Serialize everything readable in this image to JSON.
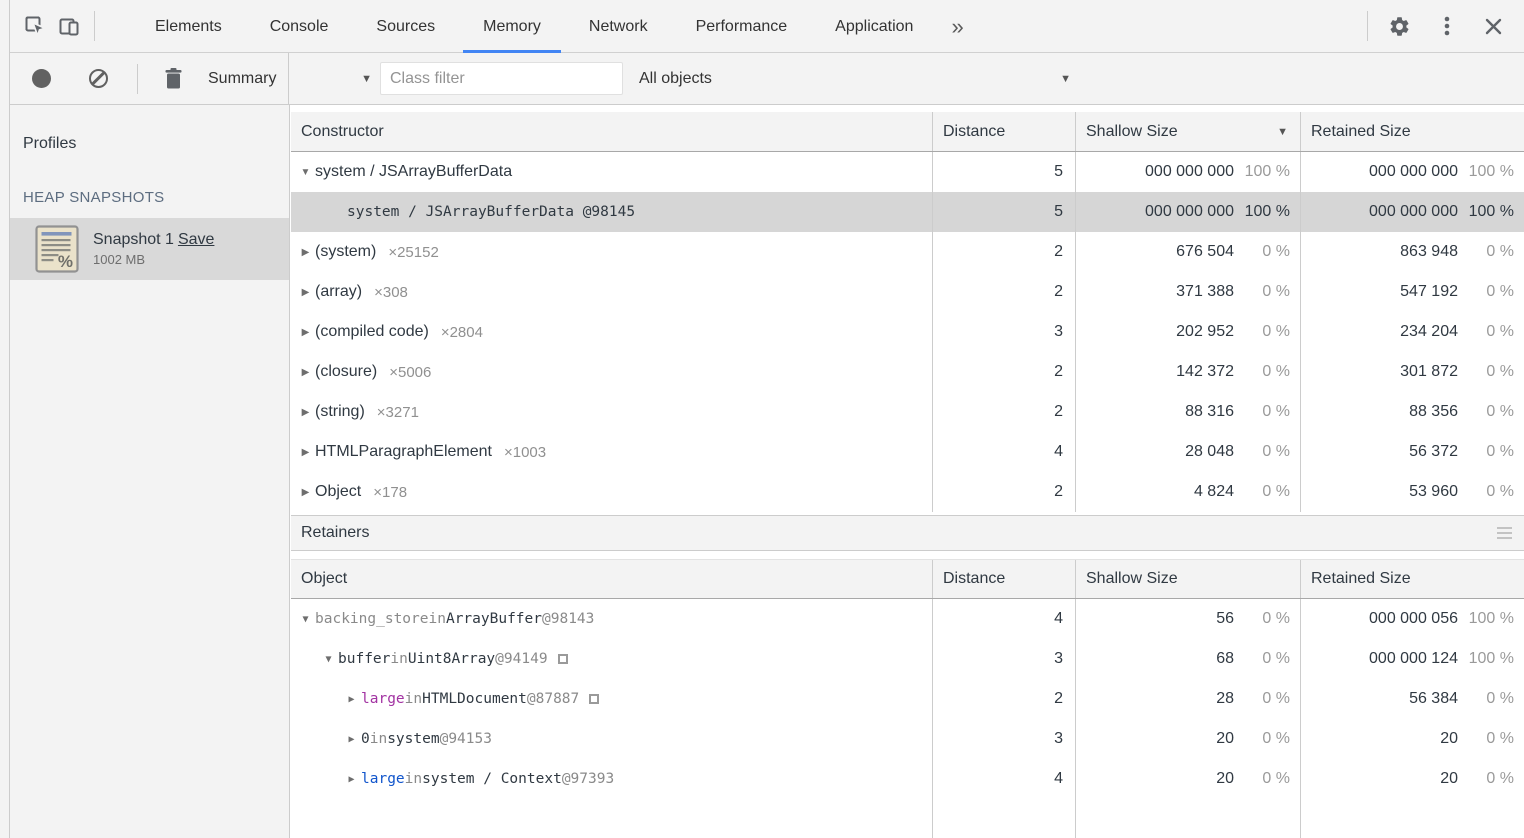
{
  "icons": {
    "overflow": "»",
    "sort_desc": "▼",
    "dropdown": "▼",
    "tree_collapsed": "▶",
    "tree_expanded": "▼",
    "names": [
      "inspect-icon",
      "device-toolbar-icon",
      "settings-gear-icon",
      "more-vertical-icon",
      "close-icon",
      "record-icon",
      "clear-icon",
      "trash-icon",
      "heap-snapshot-icon",
      "menu-lines-icon"
    ]
  },
  "colors": {
    "accent": "#4285f4",
    "toolbar_bg": "#f3f3f3",
    "selected_row": "#d6d6d6",
    "purple": "#a233a2",
    "blue": "#1155cc"
  },
  "tabbar": {
    "tabs": [
      {
        "label": "Elements",
        "active": false
      },
      {
        "label": "Console",
        "active": false
      },
      {
        "label": "Sources",
        "active": false
      },
      {
        "label": "Memory",
        "active": true
      },
      {
        "label": "Network",
        "active": false
      },
      {
        "label": "Performance",
        "active": false
      },
      {
        "label": "Application",
        "active": false
      }
    ]
  },
  "toolbar": {
    "summary_label": "Summary",
    "class_filter_placeholder": "Class filter",
    "class_filter_value": "",
    "objects_label": "All objects"
  },
  "sidebar": {
    "profiles_label": "Profiles",
    "section_label": "HEAP SNAPSHOTS",
    "snapshot": {
      "title": "Snapshot 1",
      "action": "Save",
      "size": "1002 MB"
    }
  },
  "constructor_table": {
    "headers": {
      "constructor": "Constructor",
      "distance": "Distance",
      "shallow": "Shallow Size",
      "retained": "Retained Size"
    },
    "rows": [
      {
        "arrow": "expanded",
        "indent": 0,
        "mono": false,
        "name": "system / JSArrayBufferData",
        "count": "",
        "selected": false,
        "distance": "5",
        "shallow": "000 000 000",
        "shallow_pct": "100 %",
        "retained": "000 000 000",
        "retained_pct": "100 %"
      },
      {
        "arrow": "none",
        "indent": 1,
        "mono": true,
        "name": "system / JSArrayBufferData @98145",
        "count": "",
        "selected": true,
        "distance": "5",
        "shallow": "000 000 000",
        "shallow_pct": "100 %",
        "retained": "000 000 000",
        "retained_pct": "100 %"
      },
      {
        "arrow": "collapsed",
        "indent": 0,
        "mono": false,
        "name": "(system)",
        "count": "×25152",
        "selected": false,
        "distance": "2",
        "shallow": "676 504",
        "shallow_pct": "0 %",
        "retained": "863 948",
        "retained_pct": "0 %"
      },
      {
        "arrow": "collapsed",
        "indent": 0,
        "mono": false,
        "name": "(array)",
        "count": "×308",
        "selected": false,
        "distance": "2",
        "shallow": "371 388",
        "shallow_pct": "0 %",
        "retained": "547 192",
        "retained_pct": "0 %"
      },
      {
        "arrow": "collapsed",
        "indent": 0,
        "mono": false,
        "name": "(compiled code)",
        "count": "×2804",
        "selected": false,
        "distance": "3",
        "shallow": "202 952",
        "shallow_pct": "0 %",
        "retained": "234 204",
        "retained_pct": "0 %"
      },
      {
        "arrow": "collapsed",
        "indent": 0,
        "mono": false,
        "name": "(closure)",
        "count": "×5006",
        "selected": false,
        "distance": "2",
        "shallow": "142 372",
        "shallow_pct": "0 %",
        "retained": "301 872",
        "retained_pct": "0 %"
      },
      {
        "arrow": "collapsed",
        "indent": 0,
        "mono": false,
        "name": "(string)",
        "count": "×3271",
        "selected": false,
        "distance": "2",
        "shallow": "88 316",
        "shallow_pct": "0 %",
        "retained": "88 356",
        "retained_pct": "0 %"
      },
      {
        "arrow": "collapsed",
        "indent": 0,
        "mono": false,
        "name": "HTMLParagraphElement",
        "count": "×1003",
        "selected": false,
        "distance": "4",
        "shallow": "28 048",
        "shallow_pct": "0 %",
        "retained": "56 372",
        "retained_pct": "0 %"
      },
      {
        "arrow": "collapsed",
        "indent": 0,
        "mono": false,
        "name": "Object",
        "count": "×178",
        "selected": false,
        "distance": "2",
        "shallow": "4 824",
        "shallow_pct": "0 %",
        "retained": "53 960",
        "retained_pct": "0 %"
      }
    ]
  },
  "retainers_panel": {
    "title": "Retainers",
    "headers": {
      "object": "Object",
      "distance": "Distance",
      "shallow": "Shallow Size",
      "retained": "Retained Size"
    },
    "rows": [
      {
        "arrow": "expanded",
        "indent": 0,
        "box": false,
        "parts": [
          [
            "backing_store",
            "gray"
          ],
          [
            "in",
            "gray"
          ],
          [
            "ArrayBuffer",
            "dark"
          ],
          [
            "@98143",
            "gray"
          ]
        ],
        "distance": "4",
        "shallow": "56",
        "shallow_pct": "0 %",
        "retained": "000 000 056",
        "retained_pct": "100 %"
      },
      {
        "arrow": "expanded",
        "indent": 1,
        "box": true,
        "parts": [
          [
            "buffer",
            "dark"
          ],
          [
            "in",
            "gray"
          ],
          [
            "Uint8Array",
            "dark"
          ],
          [
            "@94149",
            "gray"
          ]
        ],
        "distance": "3",
        "shallow": "68",
        "shallow_pct": "0 %",
        "retained": "000 000 124",
        "retained_pct": "100 %"
      },
      {
        "arrow": "collapsed",
        "indent": 2,
        "box": true,
        "parts": [
          [
            "large",
            "purple"
          ],
          [
            "in",
            "gray"
          ],
          [
            "HTMLDocument",
            "dark"
          ],
          [
            "@87887",
            "gray"
          ]
        ],
        "distance": "2",
        "shallow": "28",
        "shallow_pct": "0 %",
        "retained": "56 384",
        "retained_pct": "0 %"
      },
      {
        "arrow": "collapsed",
        "indent": 2,
        "box": false,
        "parts": [
          [
            "0",
            "dark"
          ],
          [
            "in",
            "gray"
          ],
          [
            "system",
            "dark"
          ],
          [
            "@94153",
            "gray"
          ]
        ],
        "distance": "3",
        "shallow": "20",
        "shallow_pct": "0 %",
        "retained": "20",
        "retained_pct": "0 %"
      },
      {
        "arrow": "collapsed",
        "indent": 2,
        "box": false,
        "parts": [
          [
            "large",
            "blue"
          ],
          [
            "in",
            "gray"
          ],
          [
            "system / Context",
            "dark"
          ],
          [
            "@97393",
            "gray"
          ]
        ],
        "distance": "4",
        "shallow": "20",
        "shallow_pct": "0 %",
        "retained": "20",
        "retained_pct": "0 %"
      }
    ]
  }
}
